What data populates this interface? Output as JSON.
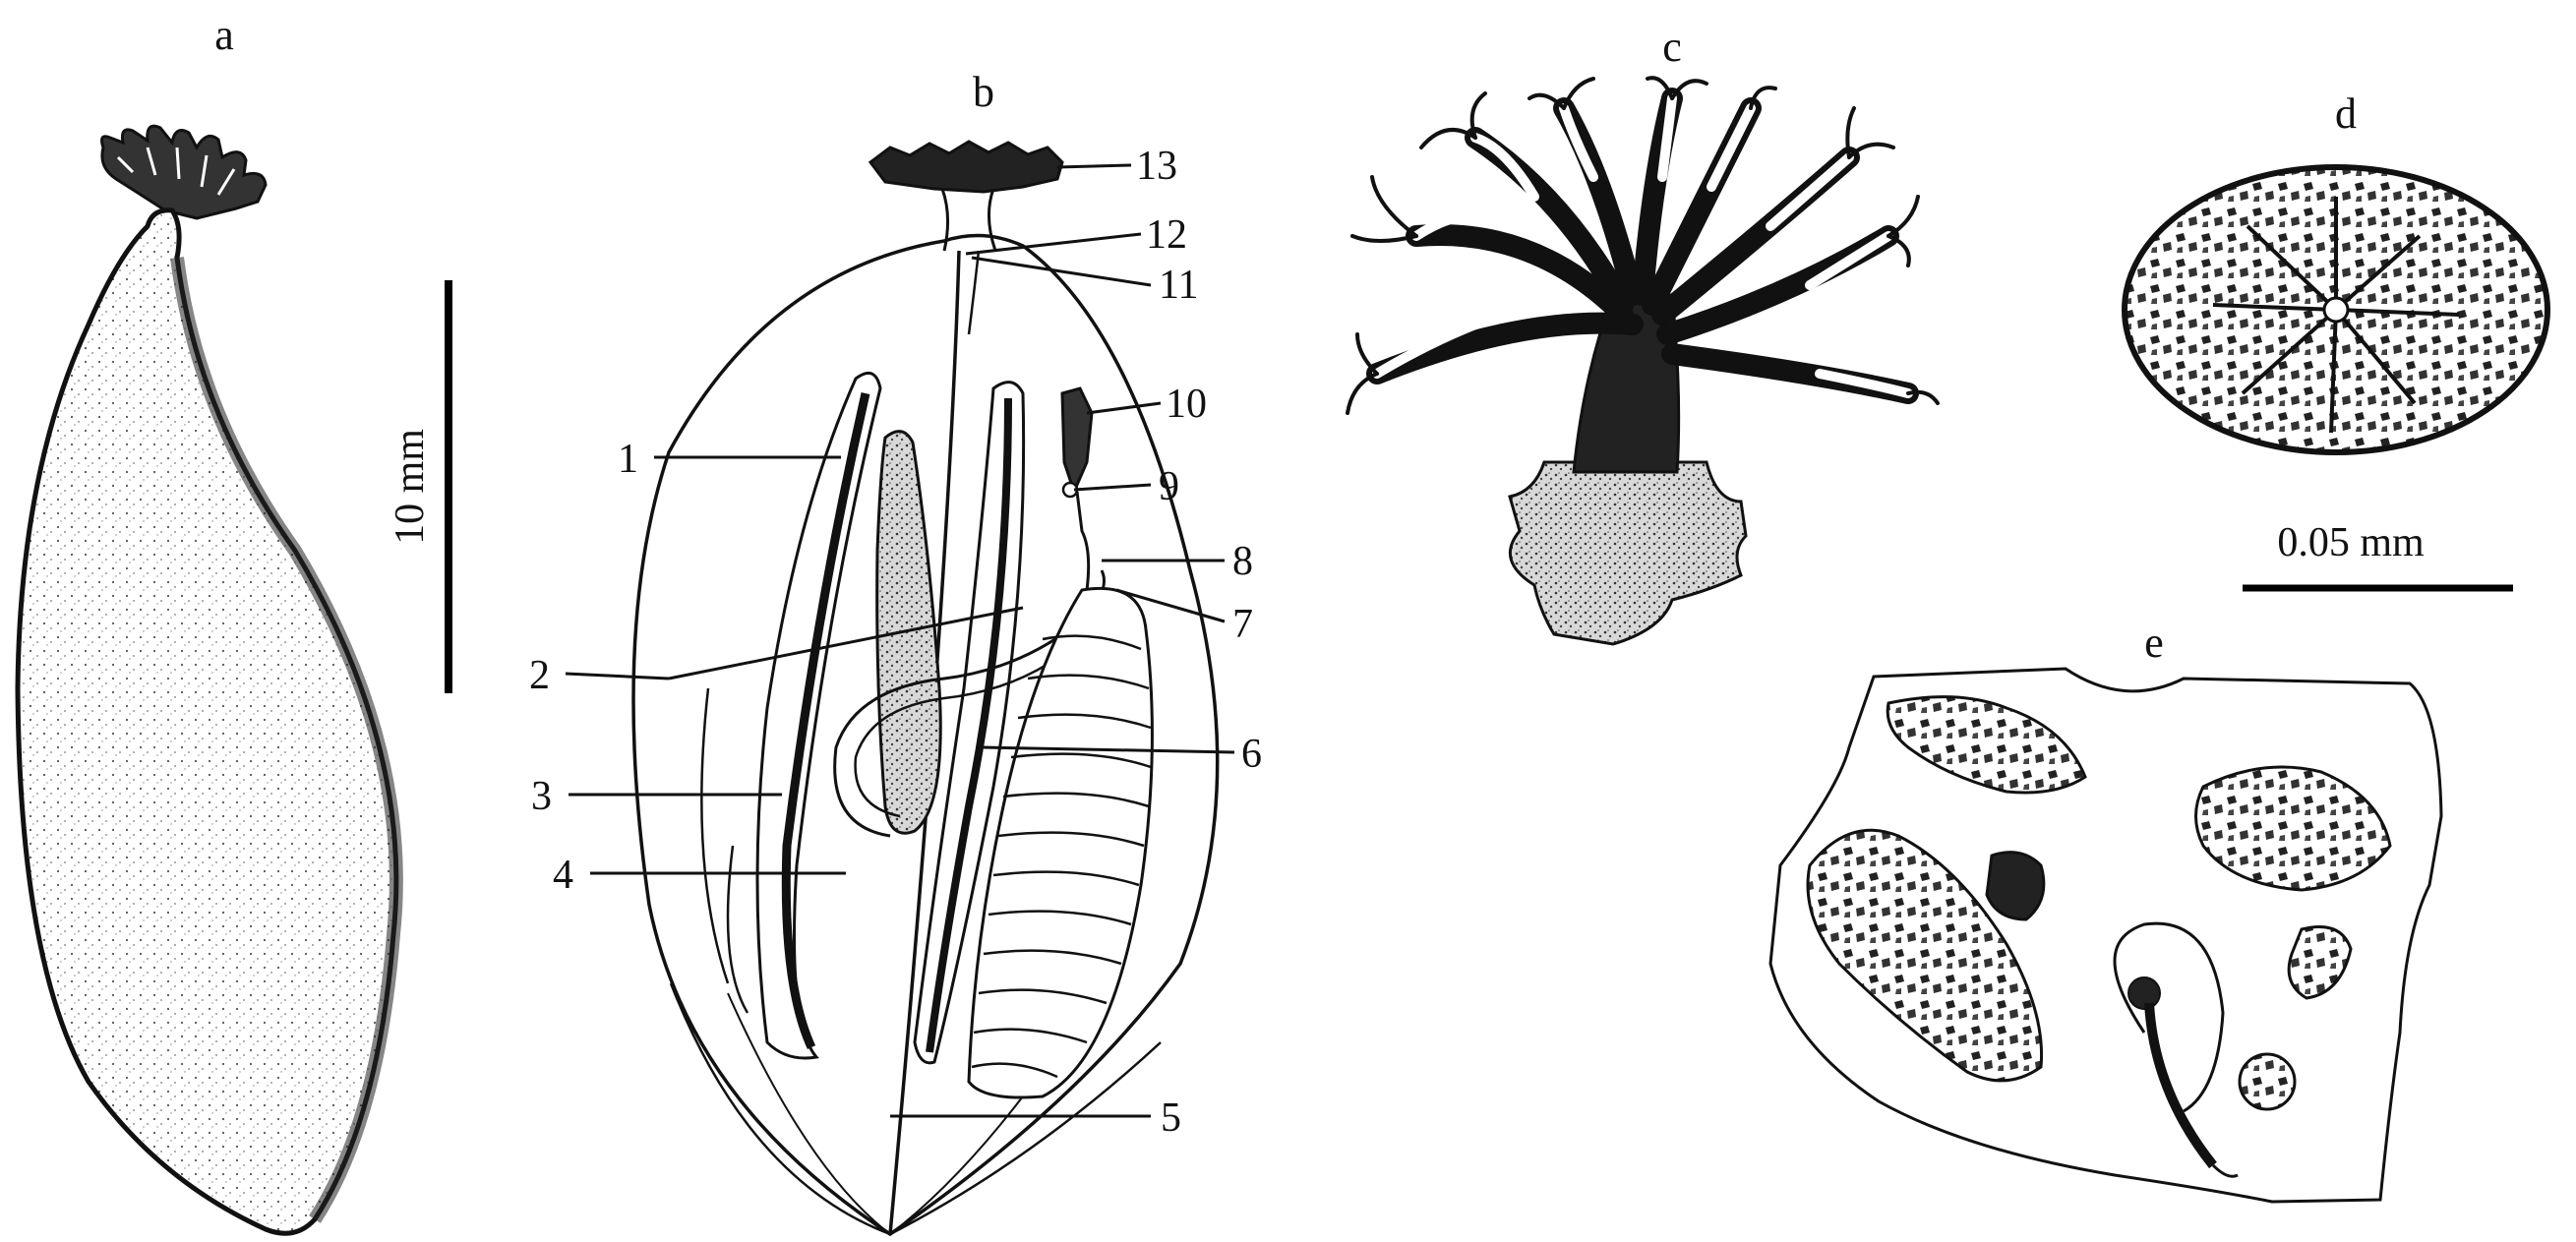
{
  "panels": {
    "a": {
      "letter": "a"
    },
    "b": {
      "letter": "b"
    },
    "c": {
      "letter": "c"
    },
    "d": {
      "letter": "d"
    },
    "e": {
      "letter": "e"
    }
  },
  "scale_bars": {
    "main": {
      "label": "10 mm"
    },
    "detail": {
      "label": "0.05 mm"
    }
  },
  "callouts": [
    "1",
    "2",
    "3",
    "4",
    "5",
    "6",
    "7",
    "8",
    "9",
    "10",
    "11",
    "12",
    "13"
  ]
}
